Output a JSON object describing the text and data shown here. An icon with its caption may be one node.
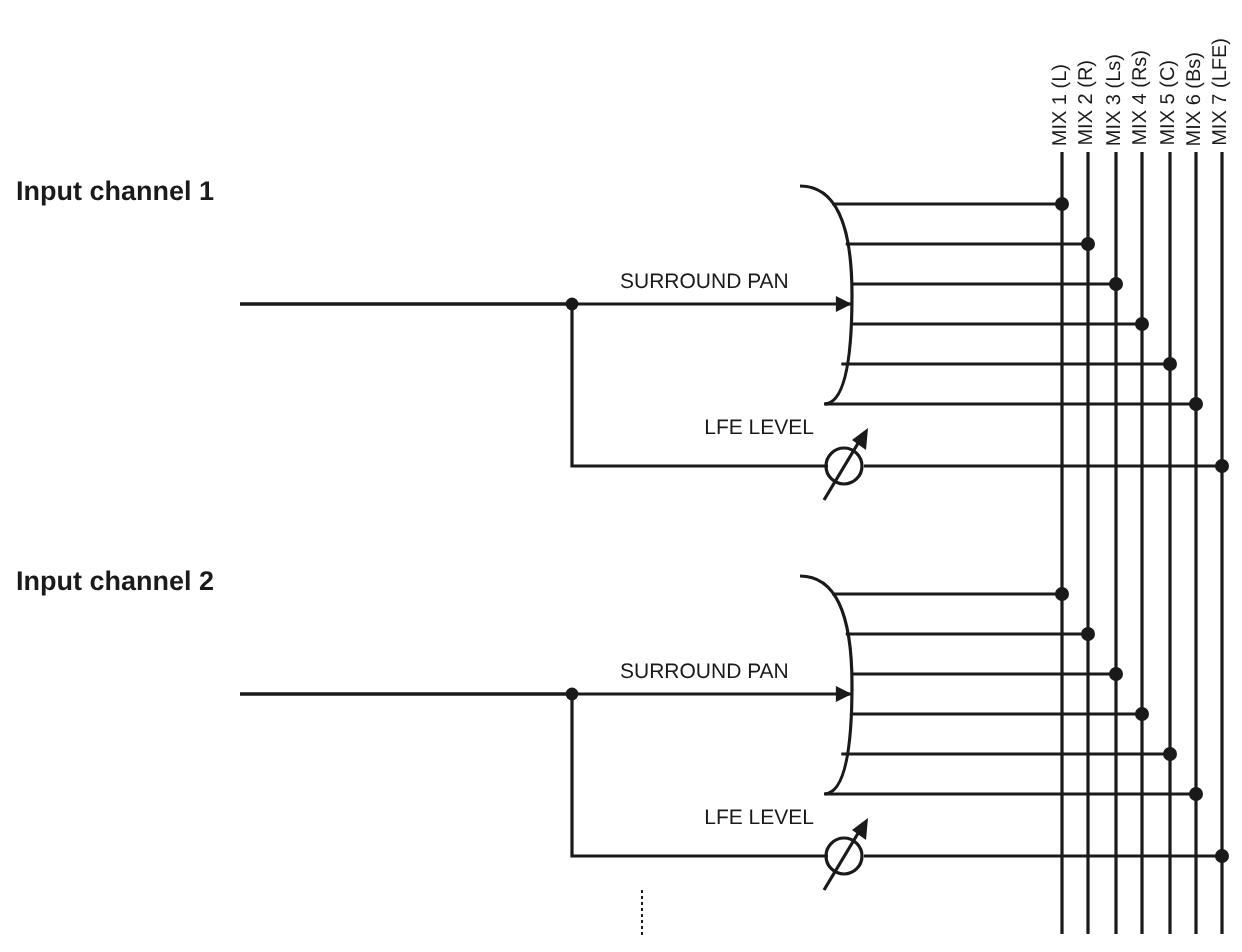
{
  "diagram": {
    "nodes": [
      {
        "text": [
          "MIX 1 (L)"
        ]
      },
      {
        "text": [
          "MIX 2 (R)"
        ]
      },
      {
        "text": [
          "MIX 3 (Ls)"
        ]
      },
      {
        "text": [
          "MIX 4 (Rs)"
        ]
      },
      {
        "text": [
          "MIX 5 (C)"
        ]
      },
      {
        "text": [
          "MIX 6 (Bs)"
        ]
      },
      {
        "text": [
          "MIX 7 (LFE)"
        ]
      },
      {
        "text": [],
        "shape": "bar"
      },
      {
        "text": [],
        "shape": "circle",
        "beside": [
          "LFE LEVEL"
        ]
      },
      {
        "text": [],
        "shape": "bar"
      },
      {
        "text": [],
        "shape": "circle",
        "beside": [
          "LFE LEVEL"
        ]
      }
    ],
    "edges": [
      {
        "from": null,
        "to": 7,
        "arrow": "to",
        "label": "SURROUND PAN"
      },
      {
        "from": null,
        "to": 8,
        "arrow": "none"
      },
      {
        "from": 7,
        "to": 0,
        "arrow": "other"
      },
      {
        "from": 7,
        "to": 1,
        "arrow": "other"
      },
      {
        "from": 7,
        "to": 2,
        "arrow": "other"
      },
      {
        "from": 7,
        "to": 3,
        "arrow": "other"
      },
      {
        "from": 7,
        "to": 4,
        "arrow": "other"
      },
      {
        "from": 7,
        "to": 5,
        "arrow": "other"
      },
      {
        "from": 8,
        "to": 6,
        "arrow": "other"
      },
      {
        "from": null,
        "to": 9,
        "arrow": "to",
        "label": "SURROUND PAN"
      },
      {
        "from": null,
        "to": 10,
        "arrow": "none"
      },
      {
        "from": 9,
        "to": 0,
        "arrow": "other"
      },
      {
        "from": 9,
        "to": 1,
        "arrow": "other"
      },
      {
        "from": 9,
        "to": 2,
        "arrow": "other"
      },
      {
        "from": 9,
        "to": 3,
        "arrow": "other"
      },
      {
        "from": 9,
        "to": 4,
        "arrow": "other"
      },
      {
        "from": 9,
        "to": 5,
        "arrow": "other"
      },
      {
        "from": 10,
        "to": 6,
        "arrow": "other"
      }
    ],
    "labels": [
      "Input channel 1",
      "Input channel 2"
    ]
  }
}
